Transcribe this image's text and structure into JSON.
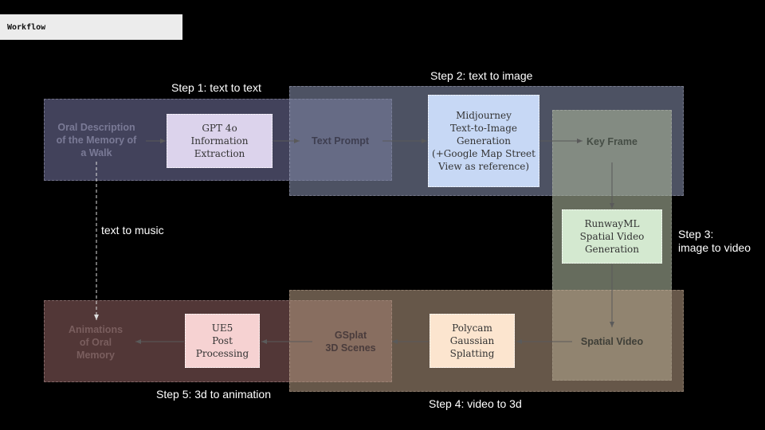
{
  "header": {
    "title": "Workflow"
  },
  "steps": {
    "step1": "Step 1: text to text",
    "step2": "Step 2: text to image",
    "step3_line1": "Step 3:",
    "step3_line2": "image to video",
    "step4": "Step 4: video to 3d",
    "step5": "Step 5: 3d to animation"
  },
  "nodes": {
    "oral": [
      "Oral Description",
      "of the Memory of",
      "a Walk"
    ],
    "text_prompt": "Text Prompt",
    "key_frame": "Key Frame",
    "spatial_video": "Spatial Video",
    "gsplat": [
      "GSplat",
      "3D Scenes"
    ],
    "animations": [
      "Animations",
      "of Oral",
      "Memory"
    ]
  },
  "process_boxes": {
    "gpt": [
      "GPT 4o",
      "Information",
      "Extraction"
    ],
    "midjourney": [
      "Midjourney",
      "Text-to-Image",
      "Generation",
      "(+Google Map Street",
      "View as reference)"
    ],
    "runway": [
      "RunwayML",
      "Spatial Video",
      "Generation"
    ],
    "polycam": [
      "Polycam",
      "Gaussian",
      "Splatting"
    ],
    "ue5": [
      "UE5",
      "Post",
      "Processing"
    ]
  },
  "edges": {
    "text_to_music": "text to music"
  },
  "colors": {
    "background": "#000000",
    "step1_region": "#78789c",
    "step2_region": "#7d84a0",
    "step3_region": "#a5af96",
    "step4_region": "#af967d",
    "step5_region": "#966464",
    "gpt_box": "#dcd3ec",
    "midjourney_box": "#c7d8f5",
    "runway_box": "#d4e9d0",
    "polycam_box": "#fce5cf",
    "ue5_box": "#f6d2d2"
  }
}
